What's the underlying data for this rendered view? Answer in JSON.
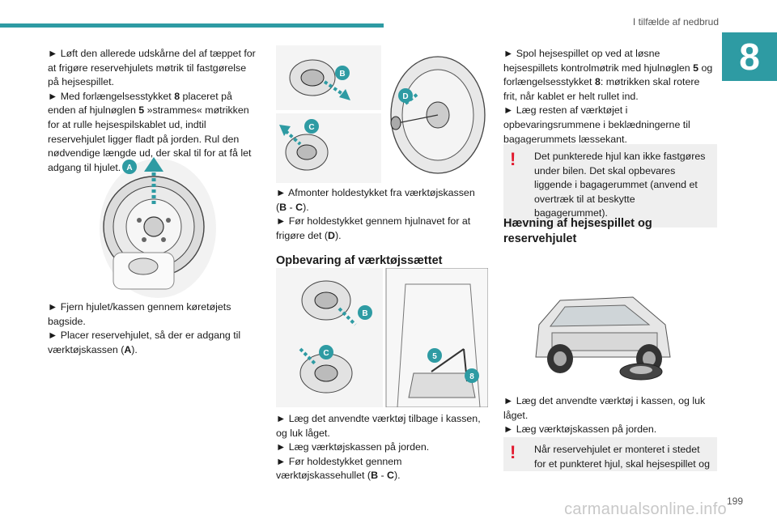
{
  "header": {
    "title": "I tilfælde af nedbrud",
    "chapter": "8"
  },
  "col1": {
    "p1": "► Løft den allerede udskårne del af tæppet for at frigøre reservehjulets møtrik til fastgørelse på hejsespillet.",
    "p2_a": "► Med forlængelsesstykket ",
    "p2_b": "8",
    "p2_c": " placeret på enden af hjulnøglen ",
    "p2_d": "5",
    "p2_e": " »strammes« møtrikken for at rulle hejsespilskablet ud, indtil reservehjulet ligger fladt på jorden. Rul den nødvendige længde ud, der skal til for at få let adgang til hjulet.",
    "fig_label": "A",
    "p3": "► Fjern hjulet/kassen gennem køretøjets bagside.",
    "p4_a": "► Placer reservehjulet, så der er adgang til værktøjskassen (",
    "p4_b": "A",
    "p4_c": ")."
  },
  "col2": {
    "fig1_labels": [
      "B",
      "C",
      "D"
    ],
    "p1_a": "► Afmonter holdestykket fra værktøjskassen (",
    "p1_b": "B",
    "p1_c": " - ",
    "p1_d": "C",
    "p1_e": ").",
    "p2_a": "► Før holdestykket gennem hjulnavet for at frigøre det (",
    "p2_b": "D",
    "p2_c": ").",
    "section": "Opbevaring af værktøjssættet",
    "fig2_labels": [
      "B",
      "C",
      "5",
      "8"
    ],
    "p3": "► Læg det anvendte værktøj tilbage i kassen, og luk låget.",
    "p4": "► Læg værktøjskassen på jorden.",
    "p5_a": "► Før holdestykket gennem værktøjskassehullet (",
    "p5_b": "B",
    "p5_c": " - ",
    "p5_d": "C",
    "p5_e": ")."
  },
  "col3": {
    "p1_a": "► Spol hejsespillet op ved at løsne hejsespillets kontrolmøtrik med hjulnøglen ",
    "p1_b": "5",
    "p1_c": " og forlængelsesstykket ",
    "p1_d": "8",
    "p1_e": ": møtrikken skal rotere frit, når kablet er helt rullet ind.",
    "p2": "► Læg resten af værktøjet i opbevaringsrummene i beklædningerne til bagagerummets læssekant.",
    "warn1": "Det punkterede hjul kan ikke fastgøres under bilen. Det skal opbevares liggende i bagagerummet (anvend et overtræk til at beskytte bagagerummet).",
    "section": "Hævning af hejsespillet og reservehjulet",
    "p3": "► Læg det anvendte værktøj i kassen, og luk låget.",
    "p4": "► Læg værktøjskassen på jorden.",
    "warn2": "Når reservehjulet er monteret i stedet for et punkteret hjul, skal hejsespillet og"
  },
  "footer": {
    "page": "199",
    "watermark": "carmanualsonline.info"
  },
  "colors": {
    "accent": "#2e9ba3",
    "warning": "#e2182d",
    "box": "#efefef"
  }
}
